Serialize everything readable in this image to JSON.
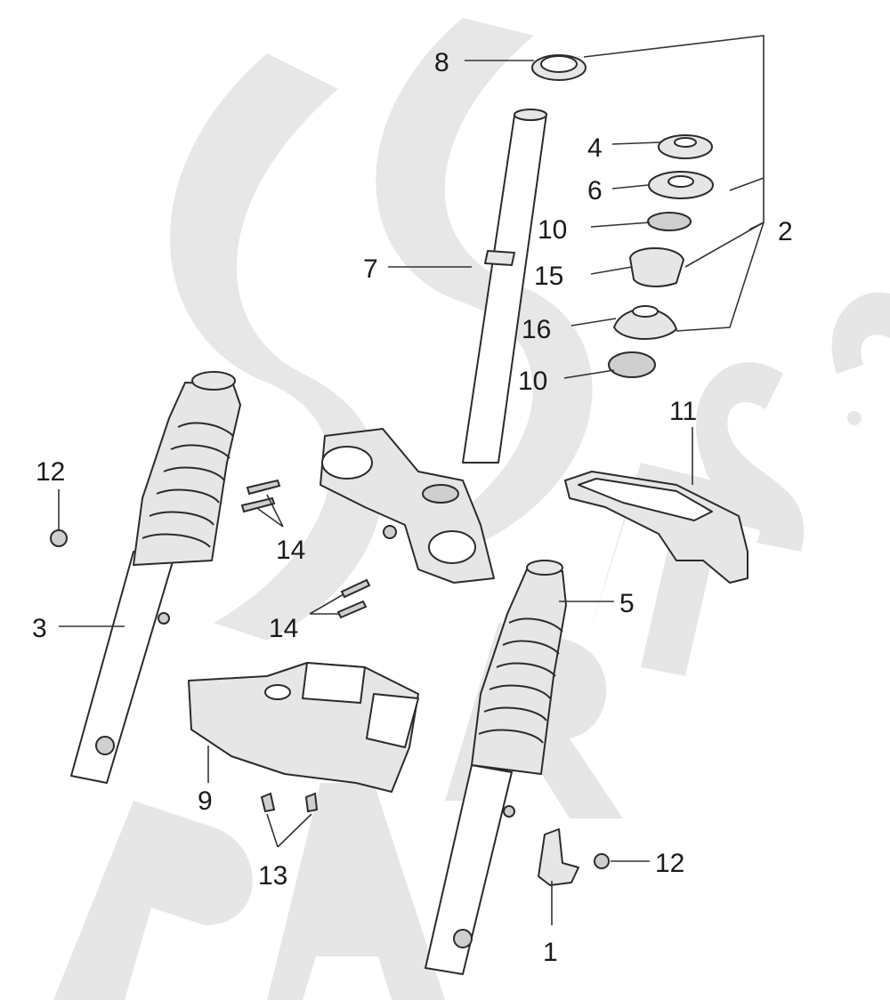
{
  "watermark": {
    "text": "PARTSS.COM",
    "color": "#d4d4d4"
  },
  "callouts": [
    {
      "id": "8",
      "label": "8"
    },
    {
      "id": "4",
      "label": "4"
    },
    {
      "id": "6",
      "label": "6"
    },
    {
      "id": "10a",
      "label": "10"
    },
    {
      "id": "2",
      "label": "2"
    },
    {
      "id": "7",
      "label": "7"
    },
    {
      "id": "15",
      "label": "15"
    },
    {
      "id": "16",
      "label": "16"
    },
    {
      "id": "10b",
      "label": "10"
    },
    {
      "id": "11",
      "label": "11"
    },
    {
      "id": "12a",
      "label": "12"
    },
    {
      "id": "14a",
      "label": "14"
    },
    {
      "id": "3",
      "label": "3"
    },
    {
      "id": "14b",
      "label": "14"
    },
    {
      "id": "5",
      "label": "5"
    },
    {
      "id": "9",
      "label": "9"
    },
    {
      "id": "13",
      "label": "13"
    },
    {
      "id": "12b",
      "label": "12"
    },
    {
      "id": "1",
      "label": "1"
    }
  ],
  "parts": {
    "steering_stem": "steering-stem",
    "top_nut": "top-lock-nut",
    "left_fork": "left-fork-leg",
    "right_fork": "right-fork-leg",
    "fender": "front-fender-bracket",
    "cover": "fork-cover"
  }
}
